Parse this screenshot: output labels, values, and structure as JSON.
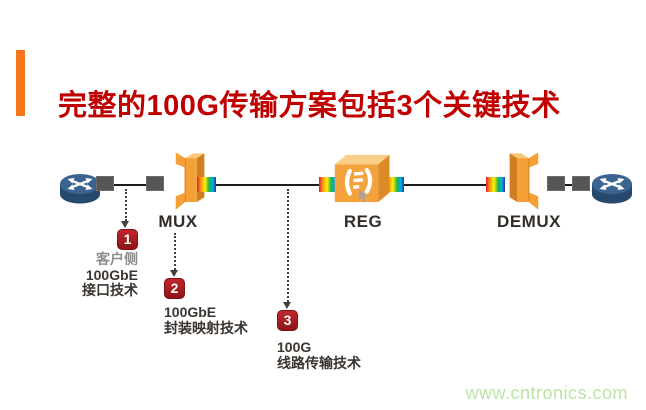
{
  "title": {
    "text": "完整的100G传输方案包括3个关键技术",
    "color": "#C00000",
    "accent_bar_color": "#F5761B"
  },
  "diagram": {
    "nodes": [
      {
        "id": "client-router-left",
        "icon": "router-icon",
        "label": ""
      },
      {
        "id": "mux",
        "icon": "mux-icon",
        "label": "MUX"
      },
      {
        "id": "reg",
        "icon": "regenerator-icon",
        "label": "REG"
      },
      {
        "id": "demux",
        "icon": "demux-icon",
        "label": "DEMUX"
      },
      {
        "id": "client-router-right",
        "icon": "router-icon",
        "label": ""
      }
    ]
  },
  "annotations": [
    {
      "number": "1",
      "lines": [
        "客户侧",
        "100GbE",
        "接口技术"
      ]
    },
    {
      "number": "2",
      "lines": [
        "100GbE",
        "封装映射技术"
      ]
    },
    {
      "number": "3",
      "lines": [
        "100G",
        "线路传输技术"
      ]
    }
  ],
  "watermark": {
    "text": "www.cntronics.com",
    "color": "#BCE4A4"
  },
  "colors": {
    "badge_red": "#A81E22",
    "link_line": "#1B1B1B",
    "node_label_text": "#322D29",
    "annotation_text": "#3B3530",
    "muted_text": "#8F8D8A",
    "icon_orange": "#F4A037",
    "router_blue": "#3A648F",
    "port_gray": "#565656"
  }
}
